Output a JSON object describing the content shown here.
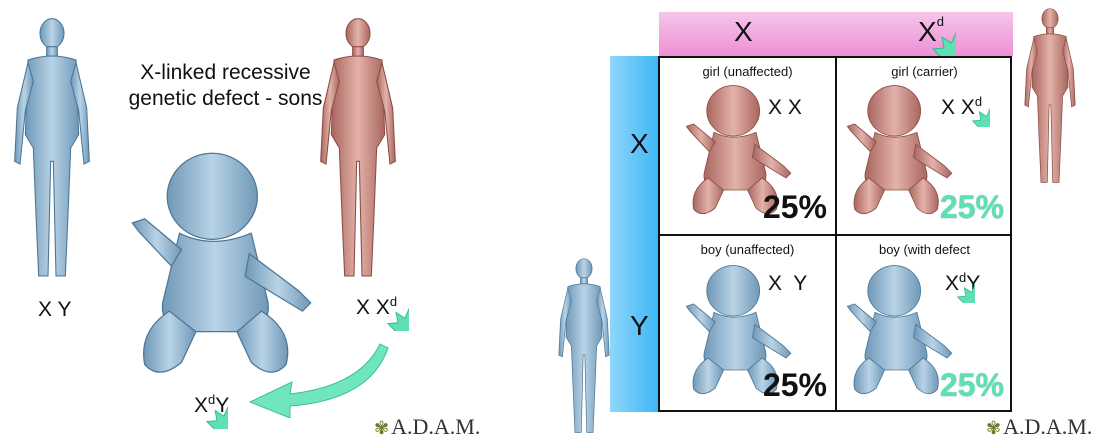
{
  "left_panel": {
    "title_line1": "X-linked recessive",
    "title_line2": "genetic defect - sons",
    "father_genotype": "X Y",
    "mother_genotype_prefix": "X ",
    "mother_affected_allele": "X",
    "mother_affected_sup": "d",
    "son_affected_allele": "X",
    "son_affected_sup": "d",
    "son_suffix": "Y",
    "logo": "A.D.A.M."
  },
  "right_panel": {
    "col_header_1": "X",
    "col_header_2_allele": "X",
    "col_header_2_sup": "d",
    "row_header_1": "X",
    "row_header_2": "Y",
    "cells": [
      {
        "label": "girl (unaffected)",
        "genotype": "X X",
        "percent": "25%"
      },
      {
        "label": "girl (carrier)",
        "genotype_prefix": "X ",
        "genotype_allele": "X",
        "genotype_sup": "d",
        "percent": "25%"
      },
      {
        "label": "boy (unaffected)",
        "genotype": "X  Y",
        "percent": "25%"
      },
      {
        "label": "boy (with defect",
        "genotype_allele": "X",
        "genotype_sup": "d",
        "genotype_suffix": "Y",
        "percent": "25%"
      }
    ],
    "logo": "A.D.A.M."
  },
  "colors": {
    "male_blue": "#8fb4cf",
    "female_pink": "#c98e86",
    "defect_green": "#5fe0b4",
    "header_pink": "#ee8fd5",
    "side_blue": "#3fb6f5"
  },
  "icons": [
    "adult-male-figure",
    "adult-female-figure",
    "baby-figure",
    "starburst-icon",
    "arrow-icon",
    "leaf-icon"
  ]
}
